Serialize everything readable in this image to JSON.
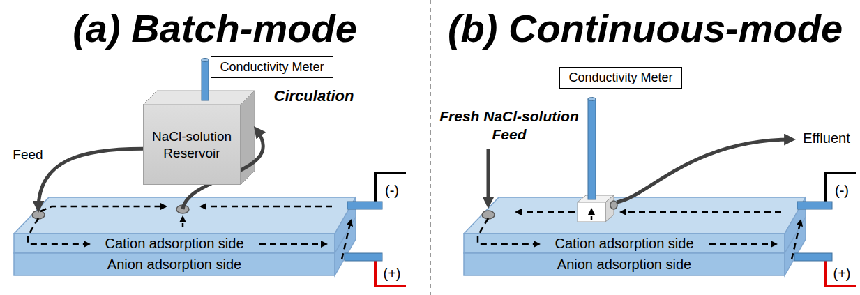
{
  "diagram": {
    "nodes": [
      {
        "text": [
          "Conductivity Meter"
        ]
      },
      {
        "text": [
          "NaCl-solution Reservoir"
        ]
      },
      {
        "text": [
          "Cation adsorption side",
          "Anion adsorption side"
        ]
      },
      {
        "text": [
          "Conductivity Meter"
        ]
      },
      {
        "text": [
          "Cation adsorption side",
          "Anion adsorption side"
        ]
      }
    ],
    "edges": [
      {
        "from": 1,
        "to": 2,
        "label": "Feed",
        "arrow": "to"
      },
      {
        "from": 2,
        "to": 1,
        "label": "Circulation",
        "arrow": "to"
      }
    ],
    "labels": [
      "(a) Batch-mode",
      "(b) Continuous-mode",
      "(-)",
      "(+)",
      "Fresh NaCl-solution Feed",
      "Effluent",
      "(-)",
      "(+)"
    ]
  }
}
